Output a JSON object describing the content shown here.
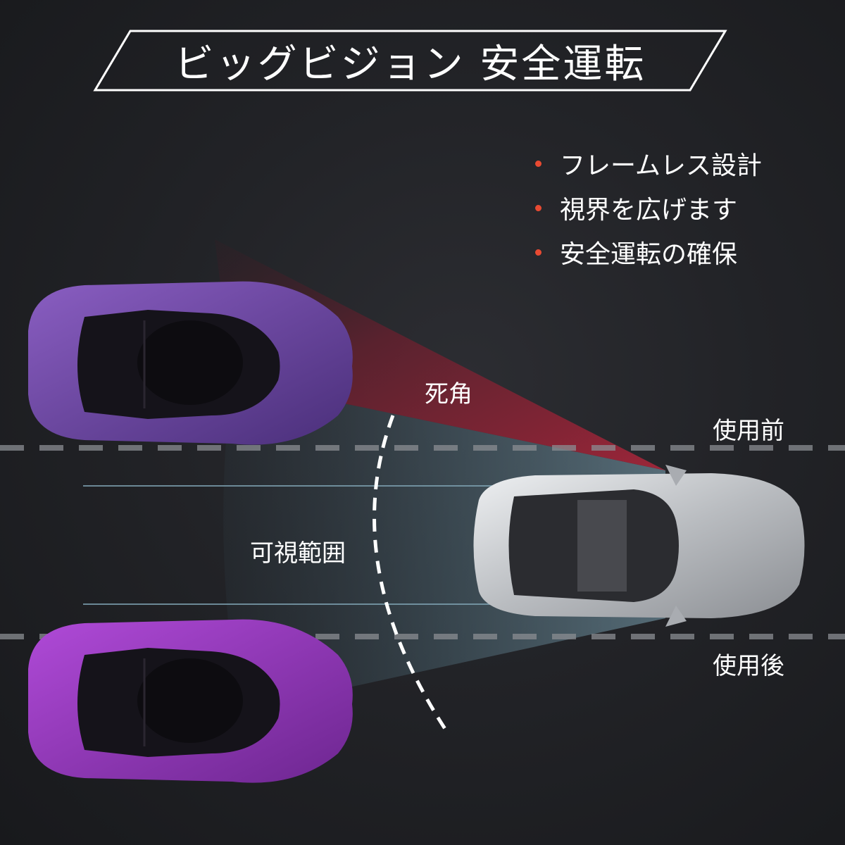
{
  "title": "ビッグビジョン 安全運転",
  "features": [
    "フレームレス設計",
    "視界を広げます",
    "安全運転の確保"
  ],
  "labels": {
    "blind_spot": "死角",
    "visible_range": "可視範囲",
    "before": "使用前",
    "after": "使用後"
  },
  "colors": {
    "bullet": "#e84a32",
    "blind_zone": "#7a1f2c",
    "visible_zone": "#4f6b78",
    "car_purple_top": "#5b3a8c",
    "car_purple_bottom": "#9a3bc4",
    "car_silver": "#c9ccd0"
  },
  "icons": [
    "purple-car-icon",
    "silver-car-icon"
  ]
}
